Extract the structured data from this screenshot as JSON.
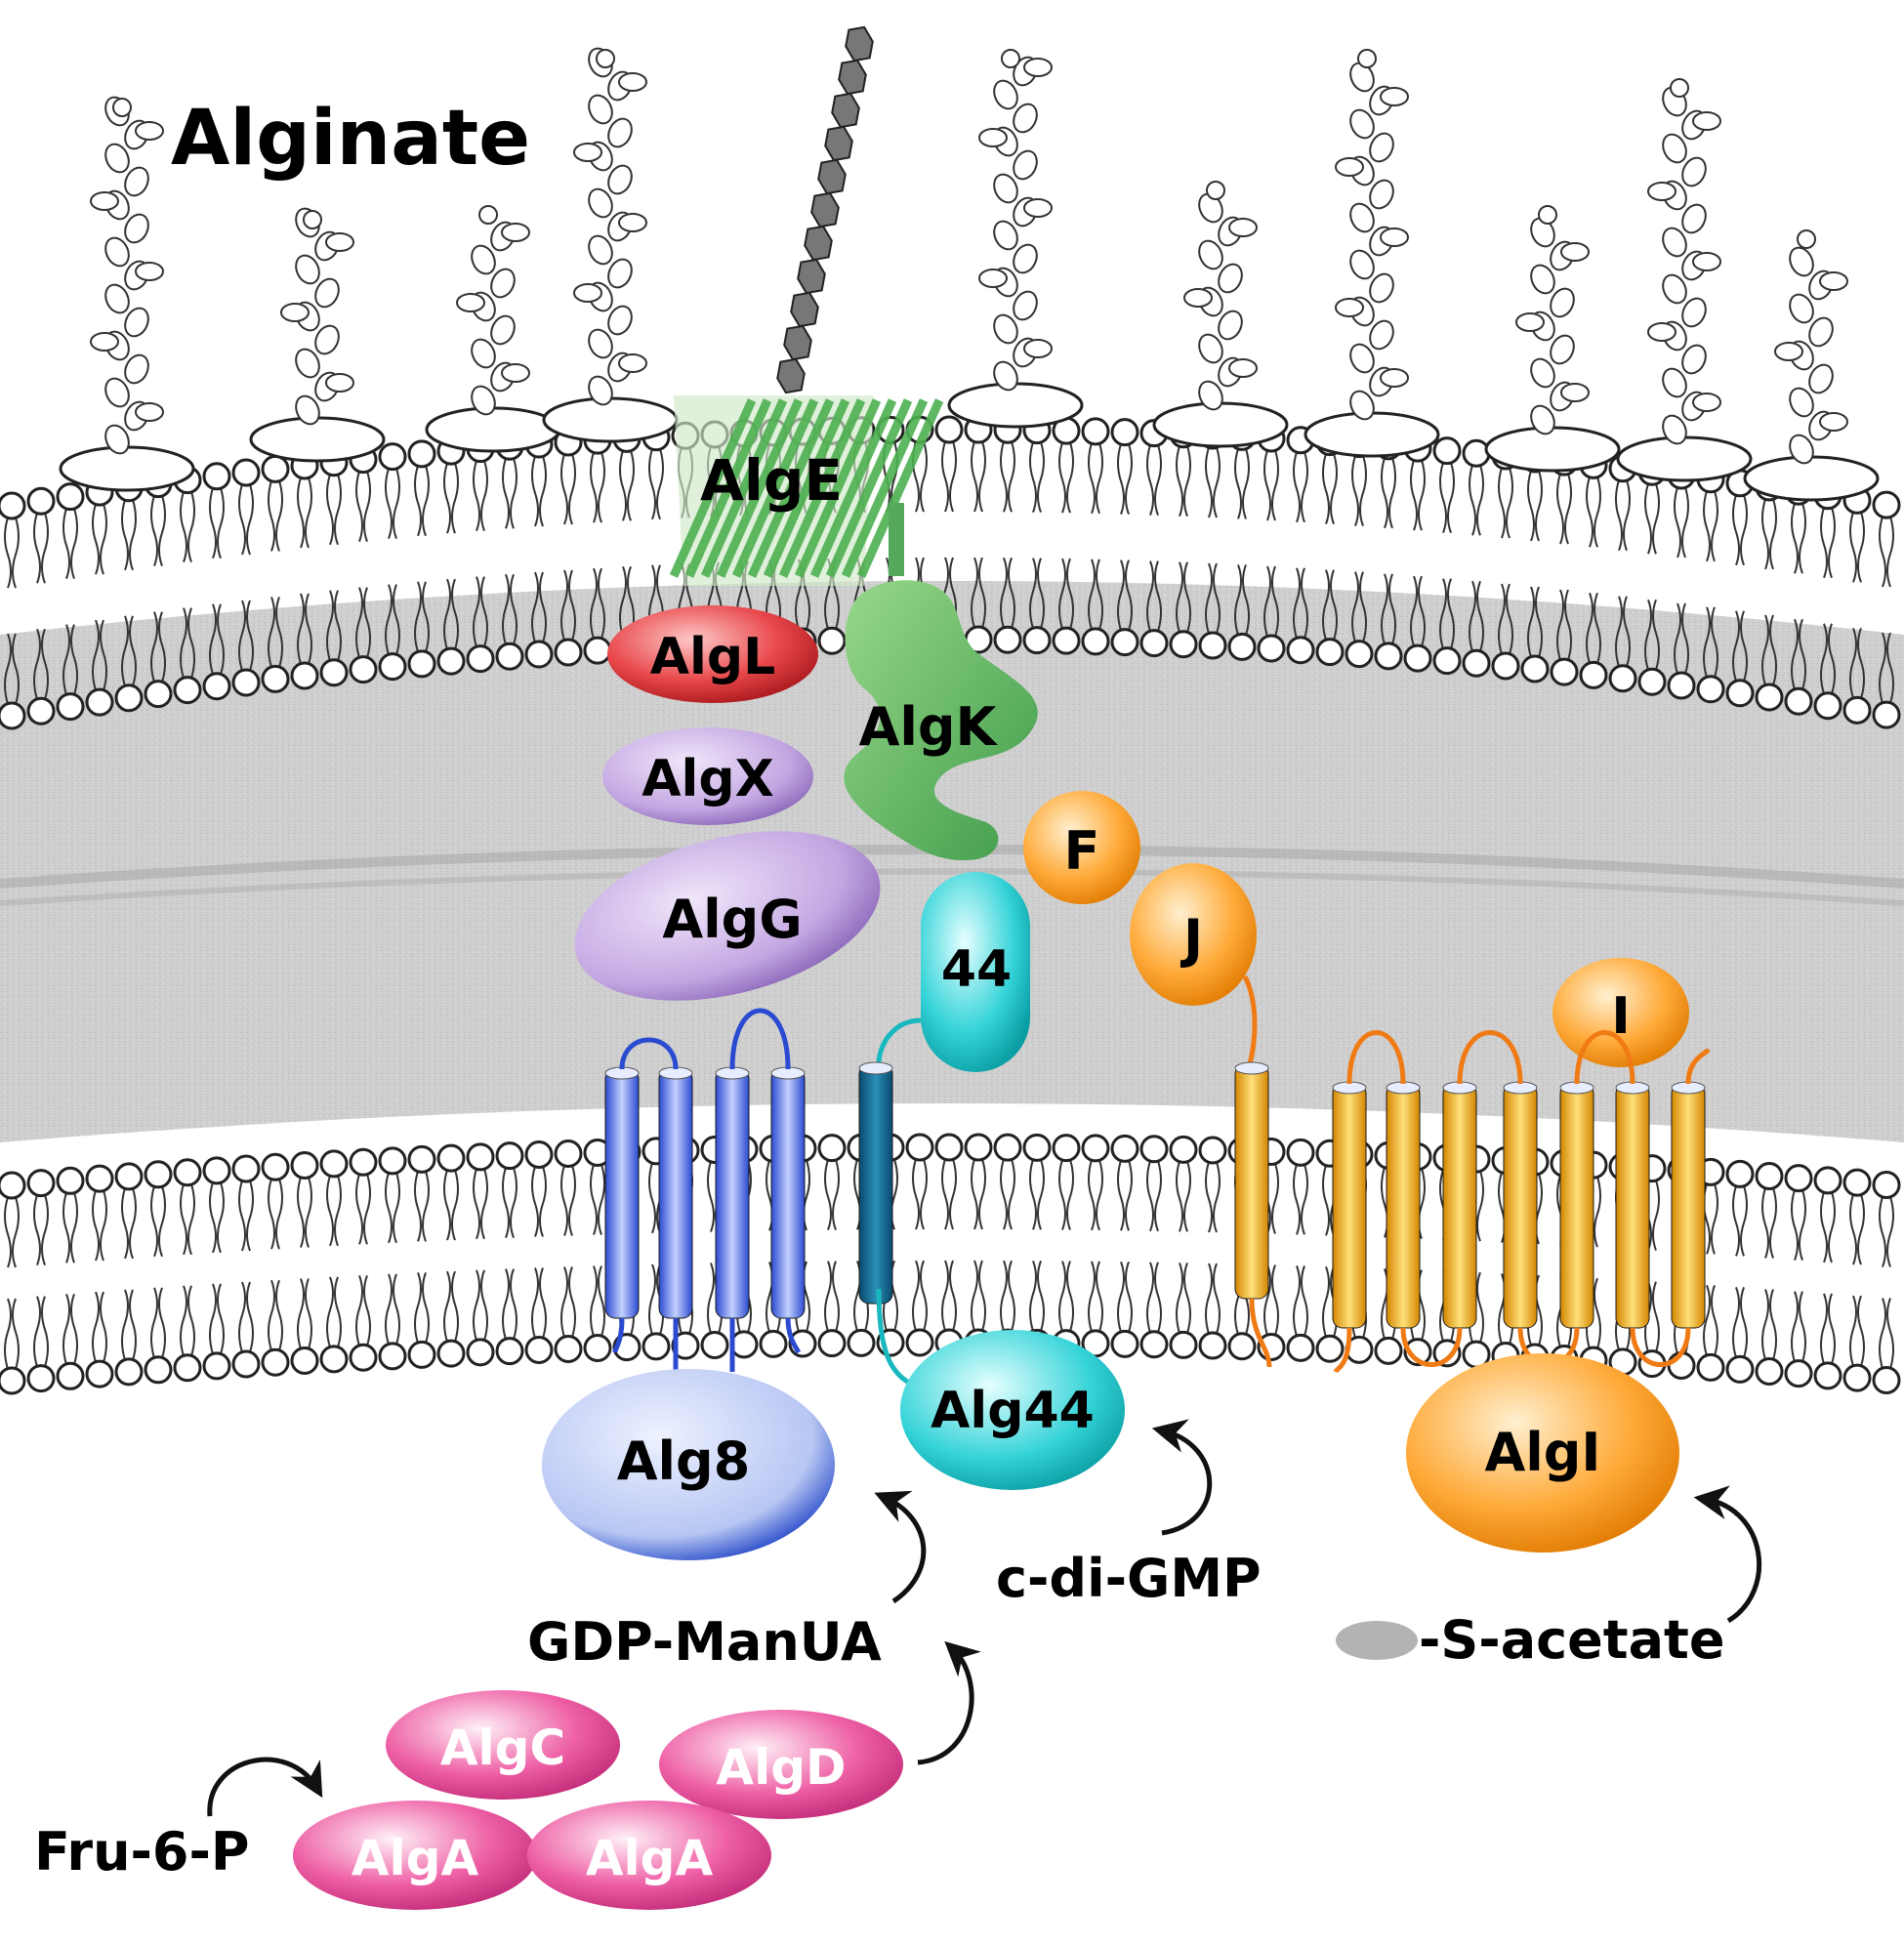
{
  "title": "Alginate",
  "proteins": {
    "alg_e": "AlgE",
    "alg_l": "AlgL",
    "alg_x": "AlgX",
    "alg_g": "AlgG",
    "alg_k": "AlgK",
    "alg44_tm": "44",
    "alg_f": "F",
    "alg_j": "J",
    "alg_i_small": "I",
    "alg8": "Alg8",
    "alg44": "Alg44",
    "alg_i": "AlgI",
    "alg_c": "AlgC",
    "alg_d": "AlgD",
    "alg_a_1": "AlgA",
    "alg_a_2": "AlgA"
  },
  "metabolites": {
    "gdp_manua": "GDP-ManUA",
    "c_di_gmp": "c-di-GMP",
    "s_acetate": "-S-acetate",
    "fru6p": "Fru-6-P"
  },
  "colors": {
    "periplasm": "#c9c9c9",
    "alg_e": "#4caf50",
    "alg_l": "#e53935",
    "alg_x": "#b39ddb",
    "alg_g": "#b39ddb",
    "alg_k": "#66bb6a",
    "alg44": "#26c6da",
    "alg_f_j_i": "#ffa726",
    "alg8": "#5c7fd6",
    "alg_c_d_a": "#ec5fa0"
  }
}
